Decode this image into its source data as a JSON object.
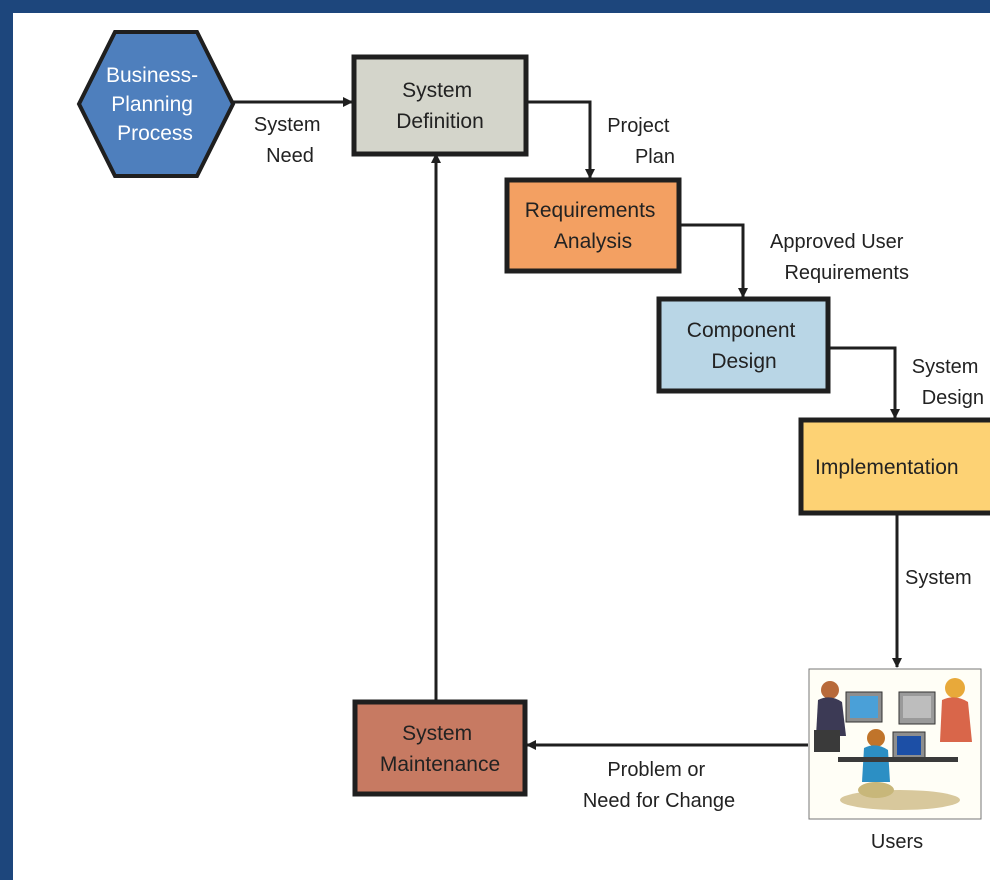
{
  "colors": {
    "frame": "#1d467c",
    "hexagon": "#4e7fbd",
    "system_definition": "#d4d5cb",
    "requirements_analysis": "#f3a062",
    "component_design": "#b9d6e6",
    "implementation": "#fdd274",
    "system_maintenance": "#c77a62",
    "border": "#1f1f1f"
  },
  "nodes": {
    "business_planning": {
      "lines": [
        "Business-",
        "Planning",
        "Process"
      ],
      "shape": "hexagon"
    },
    "system_definition": {
      "lines": [
        "System",
        "Definition"
      ]
    },
    "requirements_analysis": {
      "lines": [
        "Requirements",
        "Analysis"
      ]
    },
    "component_design": {
      "lines": [
        "Component",
        "Design"
      ]
    },
    "implementation": {
      "lines": [
        "Implementation"
      ]
    },
    "system_maintenance": {
      "lines": [
        "System",
        "Maintenance"
      ]
    },
    "users": {
      "label": "Users",
      "icon": "users-at-computers-illustration"
    }
  },
  "edges": {
    "system_need": {
      "lines": [
        "System",
        "Need"
      ]
    },
    "project_plan": {
      "lines": [
        "Project",
        "Plan"
      ]
    },
    "approved_user_requirements": {
      "lines": [
        "Approved User",
        "Requirements"
      ]
    },
    "system_design": {
      "lines": [
        "System",
        "Design"
      ]
    },
    "system": {
      "lines": [
        "System"
      ]
    },
    "problem_or_need": {
      "lines": [
        "Problem or",
        "Need for Change"
      ]
    }
  }
}
